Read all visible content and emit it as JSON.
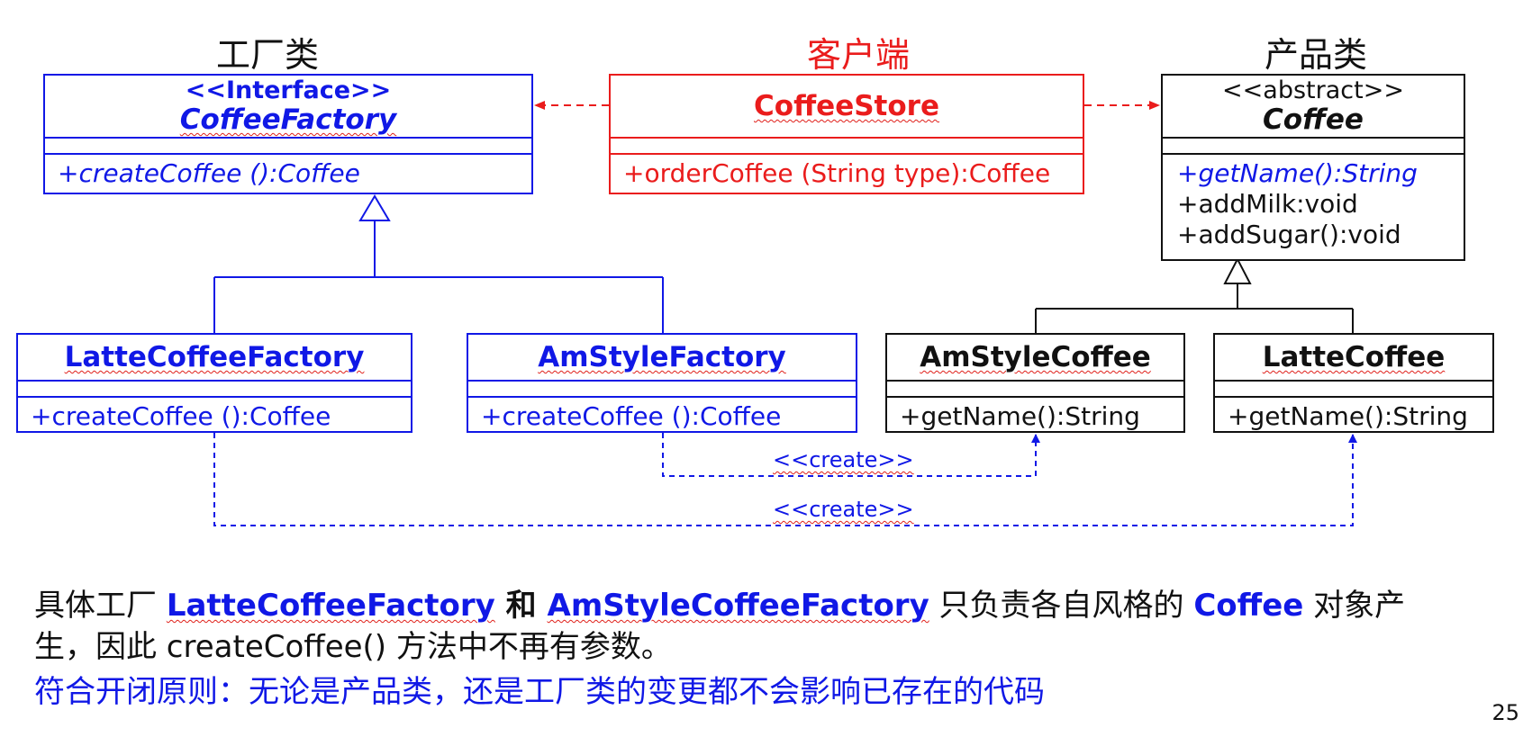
{
  "headers": {
    "factory": "工厂类",
    "client": "客户端",
    "product": "产品类"
  },
  "colors": {
    "factory": "#1018e6",
    "client": "#ea1c1c",
    "product": "#111111"
  },
  "classes": {
    "coffee_factory": {
      "stereotype": "<<Interface>>",
      "name": "CoffeeFactory",
      "op1": "+createCoffee ():Coffee"
    },
    "coffee_store": {
      "name": "CoffeeStore",
      "op1": "+orderCoffee (String type):Coffee"
    },
    "coffee": {
      "stereotype": "<<abstract>>",
      "name": "Coffee",
      "op1": "+getName():String",
      "op2": "+addMilk:void",
      "op3": "+addSugar():void"
    },
    "latte_factory": {
      "name": "LatteCoffeeFactory",
      "op1": "+createCoffee ():Coffee"
    },
    "amstyle_factory": {
      "name": "AmStyleFactory",
      "op1": "+createCoffee ():Coffee"
    },
    "amstyle_coffee": {
      "name": "AmStyleCoffee",
      "op1": "+getName():String"
    },
    "latte_coffee": {
      "name": "LatteCoffee",
      "op1": "+getName():String"
    }
  },
  "relations": {
    "create_label_1": "<<create>>",
    "create_label_2": "<<create>>"
  },
  "notes": {
    "line1_a": "具体工厂 ",
    "line1_b": "LatteCoffeeFactory",
    "line1_c": " 和 ",
    "line1_d": "AmStyleCoffeeFactory",
    "line1_e": " 只负责各自风格的 ",
    "line1_f": "Coffee",
    "line1_g": " 对象产生，因此 createCoffee() 方法中不再有参数。",
    "line2": "符合开闭原则：无论是产品类，还是工厂类的变更都不会影响已存在的代码"
  },
  "page_number": "25"
}
